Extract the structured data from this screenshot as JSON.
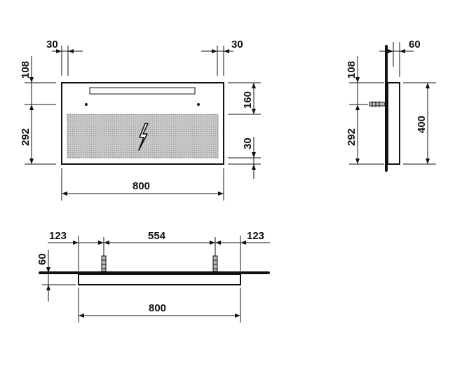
{
  "front_view": {
    "side_gap_left": "30",
    "side_gap_right": "30",
    "top_offset": "108",
    "mount_height": "292",
    "light_height": "160",
    "bottom_gap": "30",
    "width": "800"
  },
  "side_view": {
    "depth": "60",
    "top_offset": "108",
    "mount_height": "292",
    "height": "400"
  },
  "top_view": {
    "thickness": "60",
    "offset_left": "123",
    "mount_spacing": "554",
    "offset_right": "123",
    "width": "800"
  },
  "icons": {
    "electrical": "lightning-bolt"
  }
}
